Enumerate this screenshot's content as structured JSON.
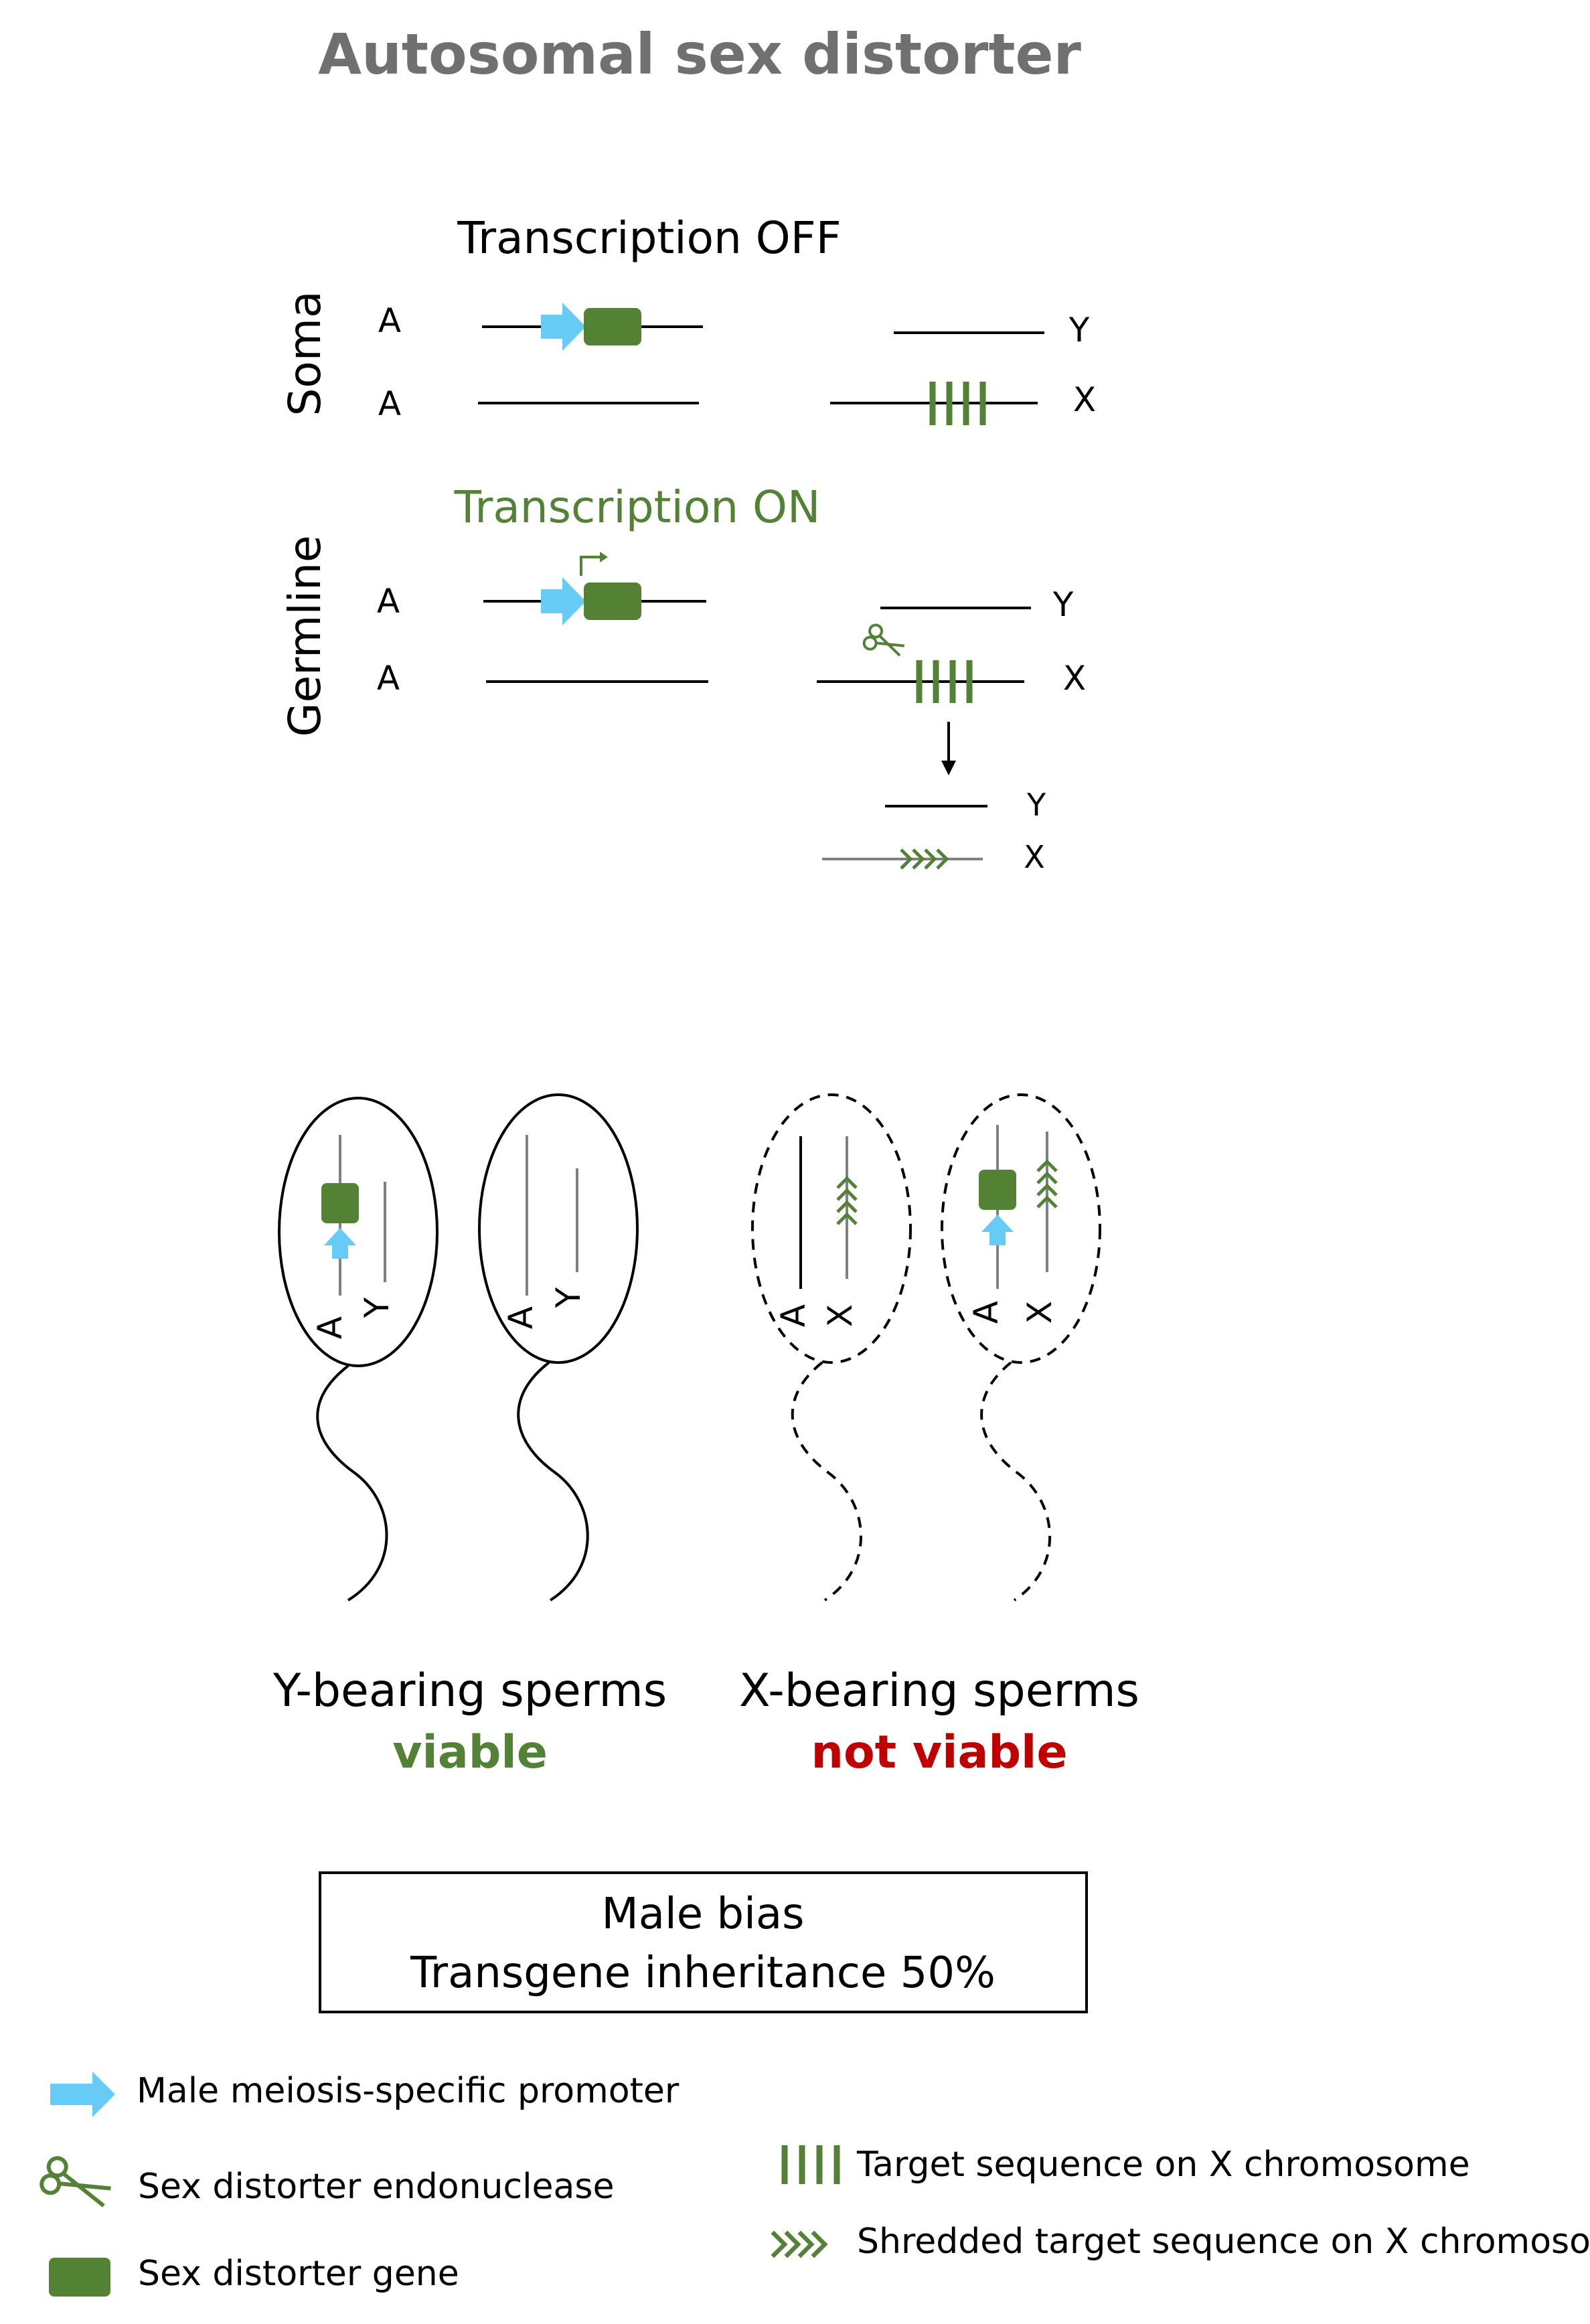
{
  "title": "Autosomal sex distorter",
  "soma": {
    "side_label": "Soma",
    "heading": "Transcription OFF",
    "autosome_labels": [
      "A",
      "A"
    ],
    "sex_chrom_labels": [
      "Y",
      "X"
    ]
  },
  "germline": {
    "side_label": "Germline",
    "heading": "Transcription ON",
    "autosome_labels": [
      "A",
      "A"
    ],
    "sex_chrom_labels": [
      "Y",
      "X"
    ],
    "result_labels": [
      "Y",
      "X"
    ]
  },
  "sperm": {
    "y_bearing": {
      "label": "Y-bearing sperms",
      "status": "viable",
      "chrom_labels": [
        "A",
        "Y"
      ]
    },
    "x_bearing": {
      "label": "X-bearing sperms",
      "status": "not viable",
      "chrom_labels": [
        "A",
        "X"
      ]
    }
  },
  "summary": {
    "line1": "Male bias",
    "line2": "Transgene inheritance 50%"
  },
  "legend": {
    "promoter": "Male meiosis-specific promoter",
    "endonuclease": "Sex distorter endonuclease",
    "gene": "Sex distorter gene",
    "target": "Target sequence on X chromosome",
    "shredded": "Shredded target sequence on X chromosome"
  },
  "colors": {
    "title": "#707070",
    "green": "#538135",
    "gene_fill": "#548235",
    "promoter_blue": "#66ccf5",
    "not_viable_red": "#c00000",
    "line": "#000000",
    "grey_line": "#808080"
  },
  "icons": [
    "arrow-icon",
    "scissors-icon",
    "gene-box-icon",
    "target-bars-icon",
    "shredded-chevron-icon"
  ]
}
